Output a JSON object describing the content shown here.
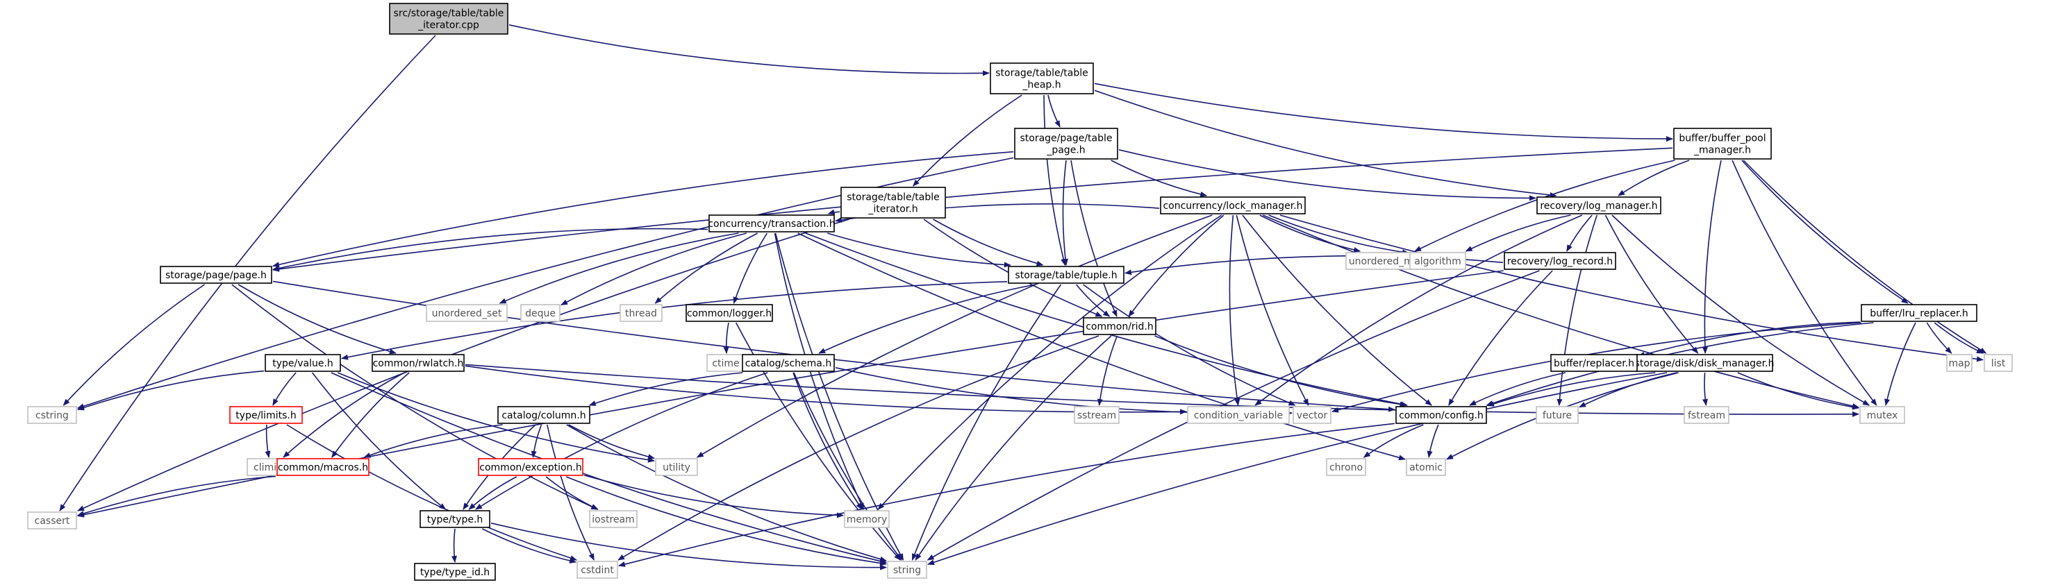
{
  "graph": {
    "edge_color": "#191970",
    "node_styles": {
      "root": {
        "fill": "#bfbfbf",
        "stroke": "#000000"
      },
      "header": {
        "fill": "#ffffff",
        "stroke": "#000000"
      },
      "system": {
        "fill": "#ffffff",
        "stroke": "#bfbfbf"
      },
      "truncated": {
        "fill": "#ffffff",
        "stroke": "#ff0000"
      }
    },
    "nodes": {
      "table_iterator_cpp": [
        "src/storage/table/table",
        "_iterator.cpp"
      ],
      "table_heap_h": [
        "storage/table/table",
        "_heap.h"
      ],
      "cassert": [
        "cassert"
      ],
      "table_page_h": [
        "storage/page/table",
        "_page.h"
      ],
      "table_iterator_h": [
        "storage/table/table",
        "_iterator.h"
      ],
      "tuple_h": [
        "storage/table/tuple.h"
      ],
      "log_manager_h": [
        "recovery/log_manager.h"
      ],
      "buffer_pool_manager_h": [
        "buffer/buffer_pool",
        "_manager.h"
      ],
      "page_h": [
        "storage/page/page.h"
      ],
      "lock_manager_h": [
        "concurrency/lock_manager.h"
      ],
      "rid_h": [
        "common/rid.h"
      ],
      "cstring": [
        "cstring"
      ],
      "mutex": [
        "mutex"
      ],
      "list": [
        "list"
      ],
      "lru_replacer_h": [
        "buffer/lru_replacer.h"
      ],
      "disk_manager_h": [
        "storage/disk/disk_manager.h"
      ],
      "unordered_map": [
        "unordered_map"
      ],
      "transaction_h": [
        "concurrency/transaction.h"
      ],
      "algorithm": [
        "algorithm"
      ],
      "log_record_h": [
        "recovery/log_record.h"
      ],
      "unordered_set": [
        "unordered_set"
      ],
      "deque": [
        "deque"
      ],
      "thread": [
        "thread"
      ],
      "logger_h": [
        "common/logger.h"
      ],
      "ctime": [
        "ctime"
      ],
      "value_h": [
        "type/value.h"
      ],
      "rwlatch_h": [
        "common/rwlatch.h"
      ],
      "schema_h": [
        "catalog/schema.h"
      ],
      "map": [
        "map"
      ],
      "replacer_h": [
        "buffer/replacer.h"
      ],
      "limits_h": [
        "type/limits.h"
      ],
      "column_h": [
        "catalog/column.h"
      ],
      "sstream": [
        "sstream"
      ],
      "condition_variable": [
        "condition_variable"
      ],
      "vector": [
        "vector"
      ],
      "config_h": [
        "common/config.h"
      ],
      "future": [
        "future"
      ],
      "fstream": [
        "fstream"
      ],
      "climits": [
        "climits"
      ],
      "macros_h": [
        "common/macros.h"
      ],
      "utility": [
        "utility"
      ],
      "exception_h": [
        "common/exception.h"
      ],
      "chrono": [
        "chrono"
      ],
      "atomic": [
        "atomic"
      ],
      "iostream": [
        "iostream"
      ],
      "memory": [
        "memory"
      ],
      "type_h": [
        "type/type.h"
      ],
      "cstdint": [
        "cstdint"
      ],
      "string": [
        "string"
      ],
      "type_id_h": [
        "type/type_id.h"
      ]
    },
    "edges": [
      [
        "table_iterator_cpp",
        "cassert"
      ],
      [
        "table_iterator_cpp",
        "table_heap_h"
      ],
      [
        "table_heap_h",
        "table_page_h"
      ],
      [
        "table_heap_h",
        "table_iterator_h"
      ],
      [
        "table_heap_h",
        "tuple_h"
      ],
      [
        "table_heap_h",
        "log_manager_h"
      ],
      [
        "table_heap_h",
        "buffer_pool_manager_h"
      ],
      [
        "table_page_h",
        "page_h"
      ],
      [
        "table_page_h",
        "cstring"
      ],
      [
        "table_page_h",
        "lock_manager_h"
      ],
      [
        "table_page_h",
        "log_manager_h"
      ],
      [
        "table_page_h",
        "tuple_h"
      ],
      [
        "table_page_h",
        "rid_h"
      ],
      [
        "buffer_pool_manager_h",
        "page_h"
      ],
      [
        "buffer_pool_manager_h",
        "log_manager_h"
      ],
      [
        "buffer_pool_manager_h",
        "unordered_map"
      ],
      [
        "buffer_pool_manager_h",
        "lru_replacer_h"
      ],
      [
        "buffer_pool_manager_h",
        "disk_manager_h"
      ],
      [
        "buffer_pool_manager_h",
        "list"
      ],
      [
        "buffer_pool_manager_h",
        "mutex"
      ],
      [
        "table_iterator_h",
        "cassert"
      ],
      [
        "table_iterator_h",
        "transaction_h"
      ],
      [
        "table_iterator_h",
        "tuple_h"
      ],
      [
        "table_iterator_h",
        "rid_h"
      ],
      [
        "lock_manager_h",
        "transaction_h"
      ],
      [
        "lock_manager_h",
        "unordered_map"
      ],
      [
        "lock_manager_h",
        "algorithm"
      ],
      [
        "lock_manager_h",
        "list"
      ],
      [
        "lock_manager_h",
        "memory"
      ],
      [
        "lock_manager_h",
        "utility"
      ],
      [
        "lock_manager_h",
        "condition_variable"
      ],
      [
        "lock_manager_h",
        "vector"
      ],
      [
        "lock_manager_h",
        "config_h"
      ],
      [
        "lock_manager_h",
        "rid_h"
      ],
      [
        "lock_manager_h",
        "mutex"
      ],
      [
        "log_manager_h",
        "algorithm"
      ],
      [
        "log_manager_h",
        "log_record_h"
      ],
      [
        "log_manager_h",
        "disk_manager_h"
      ],
      [
        "log_manager_h",
        "condition_variable"
      ],
      [
        "log_manager_h",
        "future"
      ],
      [
        "log_manager_h",
        "mutex"
      ],
      [
        "transaction_h",
        "page_h"
      ],
      [
        "transaction_h",
        "unordered_set"
      ],
      [
        "transaction_h",
        "deque"
      ],
      [
        "transaction_h",
        "thread"
      ],
      [
        "transaction_h",
        "logger_h"
      ],
      [
        "transaction_h",
        "tuple_h"
      ],
      [
        "transaction_h",
        "memory"
      ],
      [
        "transaction_h",
        "string"
      ],
      [
        "transaction_h",
        "atomic"
      ],
      [
        "transaction_h",
        "config_h"
      ],
      [
        "log_record_h",
        "cassert"
      ],
      [
        "log_record_h",
        "tuple_h"
      ],
      [
        "log_record_h",
        "config_h"
      ],
      [
        "log_record_h",
        "string"
      ],
      [
        "page_h",
        "rwlatch_h"
      ],
      [
        "page_h",
        "cstring"
      ],
      [
        "page_h",
        "iostream"
      ],
      [
        "page_h",
        "config_h"
      ],
      [
        "tuple_h",
        "value_h"
      ],
      [
        "tuple_h",
        "schema_h"
      ],
      [
        "tuple_h",
        "rid_h"
      ],
      [
        "tuple_h",
        "string"
      ],
      [
        "tuple_h",
        "vector"
      ],
      [
        "logger_h",
        "ctime"
      ],
      [
        "logger_h",
        "string"
      ],
      [
        "rid_h",
        "sstream"
      ],
      [
        "rid_h",
        "config_h"
      ],
      [
        "rid_h",
        "string"
      ],
      [
        "rid_h",
        "cstdint"
      ],
      [
        "lru_replacer_h",
        "replacer_h"
      ],
      [
        "lru_replacer_h",
        "map"
      ],
      [
        "lru_replacer_h",
        "list"
      ],
      [
        "lru_replacer_h",
        "mutex"
      ],
      [
        "lru_replacer_h",
        "vector"
      ],
      [
        "lru_replacer_h",
        "config_h"
      ],
      [
        "replacer_h",
        "config_h"
      ],
      [
        "disk_manager_h",
        "fstream"
      ],
      [
        "disk_manager_h",
        "future"
      ],
      [
        "disk_manager_h",
        "mutex"
      ],
      [
        "disk_manager_h",
        "atomic"
      ],
      [
        "disk_manager_h",
        "string"
      ],
      [
        "disk_manager_h",
        "config_h"
      ],
      [
        "value_h",
        "limits_h"
      ],
      [
        "value_h",
        "cstring"
      ],
      [
        "value_h",
        "utility"
      ],
      [
        "value_h",
        "string"
      ],
      [
        "value_h",
        "type_h"
      ],
      [
        "rwlatch_h",
        "climits"
      ],
      [
        "rwlatch_h",
        "condition_variable"
      ],
      [
        "rwlatch_h",
        "mutex"
      ],
      [
        "rwlatch_h",
        "macros_h"
      ],
      [
        "schema_h",
        "column_h"
      ],
      [
        "schema_h",
        "memory"
      ],
      [
        "schema_h",
        "string"
      ],
      [
        "schema_h",
        "vector"
      ],
      [
        "schema_h",
        "type_h"
      ],
      [
        "column_h",
        "macros_h"
      ],
      [
        "column_h",
        "exception_h"
      ],
      [
        "column_h",
        "utility"
      ],
      [
        "column_h",
        "cstdint"
      ],
      [
        "column_h",
        "string"
      ],
      [
        "column_h",
        "type_h"
      ],
      [
        "limits_h",
        "climits"
      ],
      [
        "limits_h",
        "cstdint"
      ],
      [
        "macros_h",
        "cassert"
      ],
      [
        "exception_h",
        "iostream"
      ],
      [
        "exception_h",
        "memory"
      ],
      [
        "exception_h",
        "string"
      ],
      [
        "exception_h",
        "type_h"
      ],
      [
        "config_h",
        "chrono"
      ],
      [
        "config_h",
        "atomic"
      ],
      [
        "config_h",
        "cstdint"
      ],
      [
        "type_h",
        "type_id_h"
      ],
      [
        "type_h",
        "cstdint"
      ],
      [
        "type_h",
        "string"
      ]
    ]
  }
}
